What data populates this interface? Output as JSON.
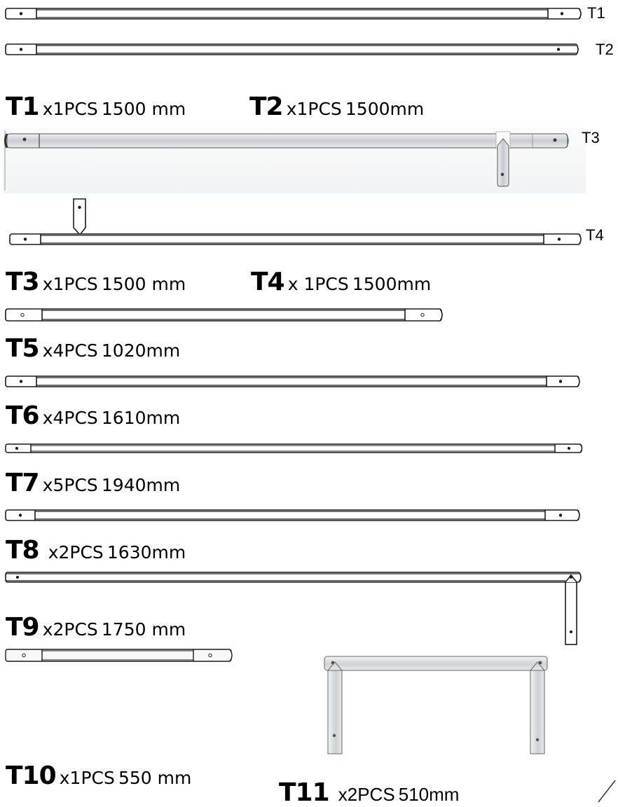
{
  "parts": [
    {
      "id": "T1",
      "tag": "T1",
      "qty": "x1PCS",
      "length": "1500 mm"
    },
    {
      "id": "T2",
      "tag": "T2",
      "qty": "x1PCS",
      "length": "1500mm"
    },
    {
      "id": "T3",
      "tag": "T3",
      "qty": "x1PCS",
      "length": "1500 mm"
    },
    {
      "id": "T4",
      "tag": "T4",
      "qty": "x 1PCS",
      "length": "1500mm"
    },
    {
      "id": "T5",
      "qty": "x4PCS",
      "length": "1020mm"
    },
    {
      "id": "T6",
      "qty": "x4PCS",
      "length": "1610mm"
    },
    {
      "id": "T7",
      "qty": "x5PCS",
      "length": "1940mm"
    },
    {
      "id": "T8",
      "qty": "x2PCS",
      "length": "1630mm"
    },
    {
      "id": "T9",
      "qty": "x2PCS",
      "length": "1750 mm"
    },
    {
      "id": "T10",
      "qty": "x1PCS",
      "length": "550 mm"
    },
    {
      "id": "T11",
      "qty": "x2PCS",
      "length": "510mm"
    }
  ],
  "colors": {
    "tube": "#ffffff",
    "stroke": "#1a1a1a",
    "shade": "#e4e6e8",
    "photo_tube": "#d9dcdf"
  }
}
